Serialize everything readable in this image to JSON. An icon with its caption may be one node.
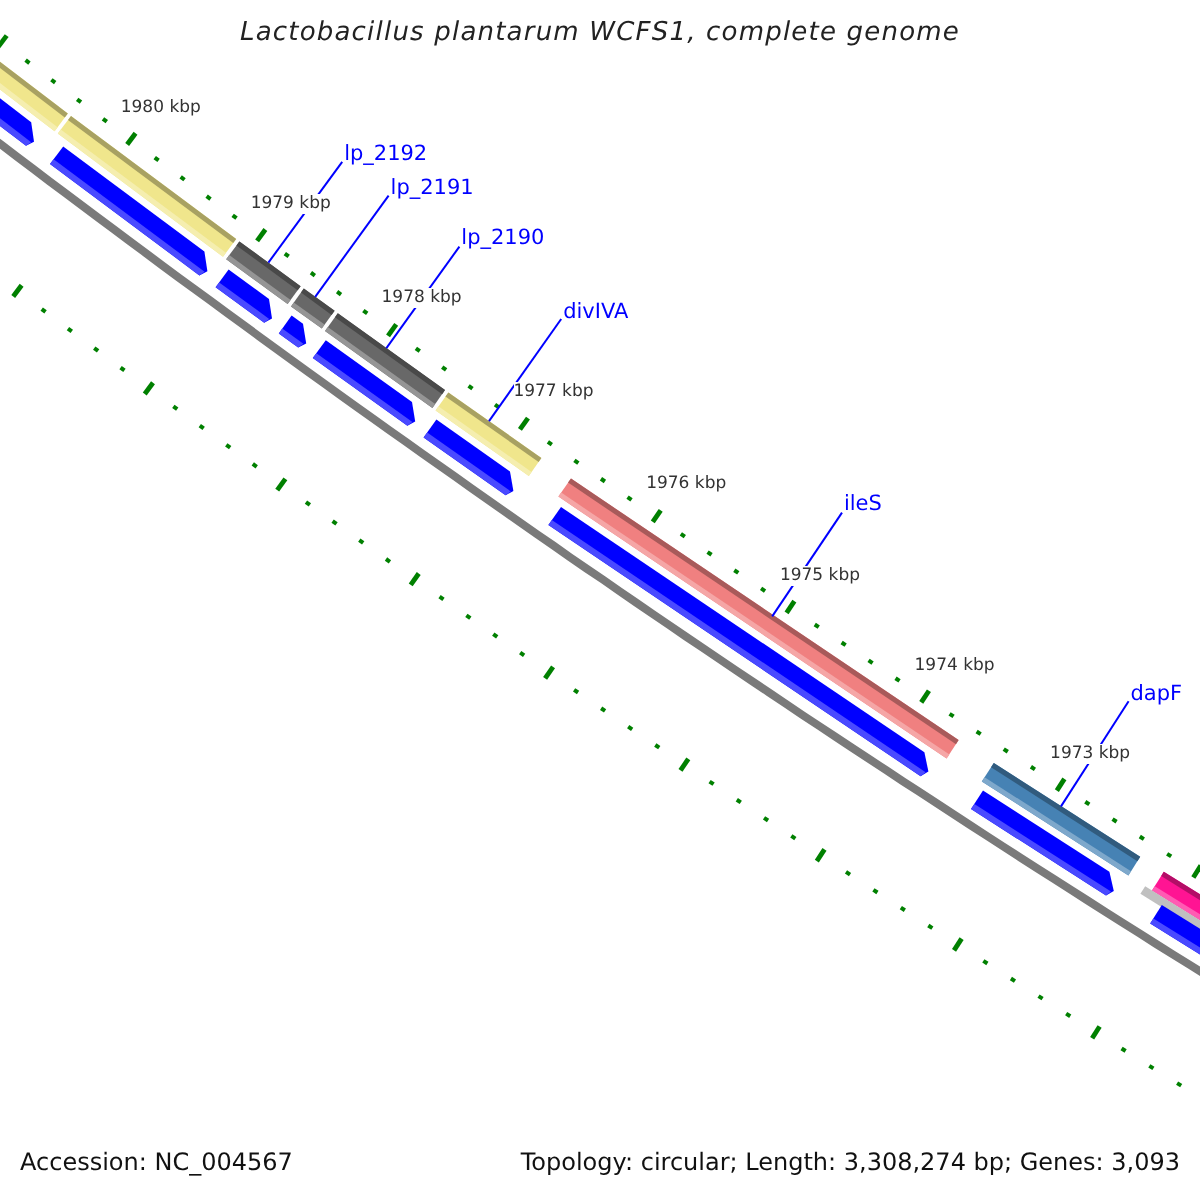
{
  "diagram": {
    "title": "Lactobacillus plantarum WCFS1, complete genome",
    "nodes": [
      {
        "text": [
          "lp_2192"
        ]
      },
      {
        "text": [
          "lp_2191"
        ]
      },
      {
        "text": [
          "lp_2190"
        ]
      },
      {
        "text": [
          "divIVA"
        ]
      },
      {
        "text": [
          "ileS"
        ]
      },
      {
        "text": [
          "dapF"
        ]
      },
      {
        "text": [],
        "shape": "bar"
      },
      {
        "text": [],
        "shape": "bar"
      },
      {
        "text": [],
        "shape": "bar"
      },
      {
        "text": [],
        "shape": "bar"
      },
      {
        "text": [],
        "shape": "bar"
      },
      {
        "text": [],
        "shape": "bar"
      }
    ],
    "edges": [
      {
        "from": 0,
        "to": 6,
        "arrow": "none"
      },
      {
        "from": 1,
        "to": 7,
        "arrow": "none"
      },
      {
        "from": 2,
        "to": 8,
        "arrow": "none"
      },
      {
        "from": 3,
        "to": 9,
        "arrow": "none"
      },
      {
        "from": 4,
        "to": 10,
        "arrow": "none"
      },
      {
        "from": 5,
        "to": 11,
        "arrow": "none"
      }
    ],
    "labels": [
      "1980 kbp",
      "1979 kbp",
      "1978 kbp",
      "1977 kbp",
      "1976 kbp",
      "1975 kbp",
      "1974 kbp",
      "1973 kbp",
      "Accession: NC_004567",
      "Topology: circular; Length: 3,308,274 bp; Genes: 3,093"
    ]
  }
}
